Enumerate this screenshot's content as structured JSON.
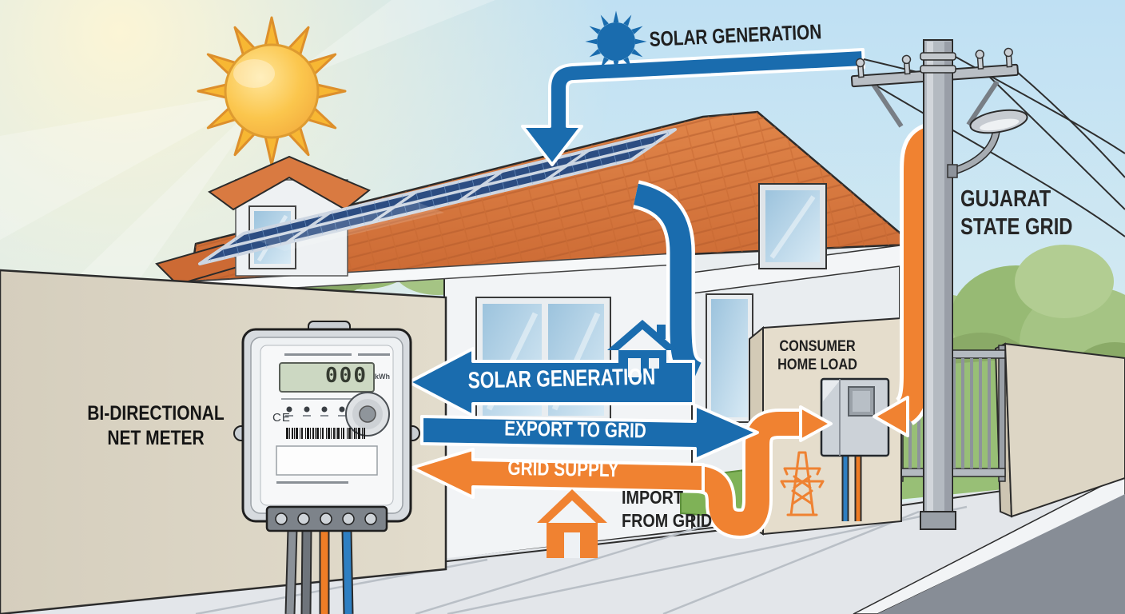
{
  "colors": {
    "flow_blue": "#1a6cae",
    "flow_orange": "#f08231",
    "sun_yellow": "#f7b733",
    "roof_terracotta": "#d97a41",
    "panel_blue": "#2c4d82",
    "wall_beige": "#dad3c3",
    "text_dark": "#222222",
    "label_white": "#ffffff"
  },
  "labels": {
    "top_flow": "SOLAR GENERATION",
    "grid": {
      "line1": "GUJARAT",
      "line2": "STATE GRID"
    },
    "net_meter": {
      "line1": "BI-DIRECTIONAL",
      "line2": "NET METER"
    },
    "consumer": {
      "line1": "CONSUMER",
      "line2": "HOME LOAD"
    },
    "import_grid": {
      "line1": "IMPORT",
      "line2": "FROM GRID"
    },
    "arrow_solar": "SOLAR GENERATION",
    "arrow_export": "EXPORT TO GRID",
    "arrow_grid_supply": "GRID SUPPLY"
  },
  "meter": {
    "display": "000",
    "unit": "kWh",
    "ce_mark": "CE"
  }
}
